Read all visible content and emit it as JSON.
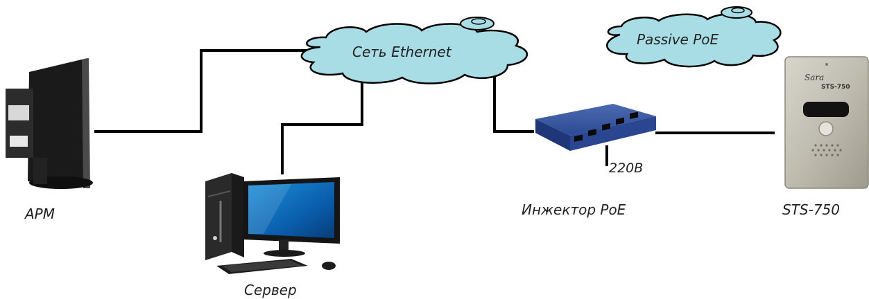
{
  "network": {
    "label": "Сеть Ethernet"
  },
  "poe_cloud": {
    "label": "Passive PoE"
  },
  "devices": {
    "arm": {
      "label": "АРМ"
    },
    "server": {
      "label": "Сервер"
    },
    "injector": {
      "label": "Инжектор PoE",
      "power_label": "220В"
    },
    "intercom": {
      "label": "STS-750",
      "faceplate_brand": "Sara",
      "faceplate_model": "STS-750"
    }
  },
  "colors": {
    "cloud_fill": "#a8dde6",
    "line": "#000000"
  }
}
